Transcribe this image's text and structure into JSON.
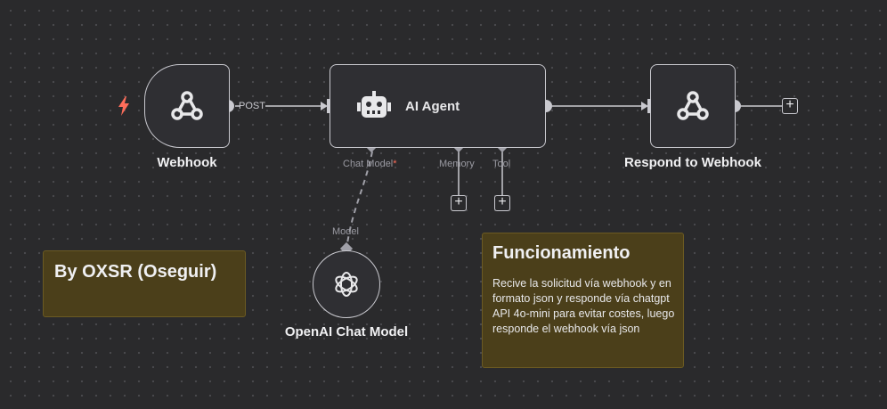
{
  "nodes": {
    "webhook": {
      "label": "Webhook",
      "icon": "webhook-icon",
      "trigger_icon": "lightning-icon"
    },
    "ai_agent": {
      "label": "AI Agent",
      "icon": "robot-icon",
      "ports": {
        "chat_model": "Chat Model",
        "chat_model_required": "*",
        "memory": "Memory",
        "tool": "Tool"
      }
    },
    "respond": {
      "label": "Respond to Webhook",
      "icon": "webhook-icon"
    },
    "openai": {
      "label": "OpenAI Chat Model",
      "icon": "openai-icon",
      "port": "Model"
    }
  },
  "edges": {
    "webhook_to_agent": "POST"
  },
  "notes": {
    "author": {
      "text": "By OXSR (Oseguir)"
    },
    "info": {
      "title": "Funcionamiento",
      "body": "Recive la solicitud vía webhook y en formato json y responde vía chatgpt API 4o-mini para evitar costes, luego responde el webhook vía json"
    }
  },
  "colors": {
    "trigger": "#ff6d5a",
    "required": "#ff6d5a",
    "sticky_bg": "#4b3f1a",
    "node_border": "#c9c9cf"
  }
}
